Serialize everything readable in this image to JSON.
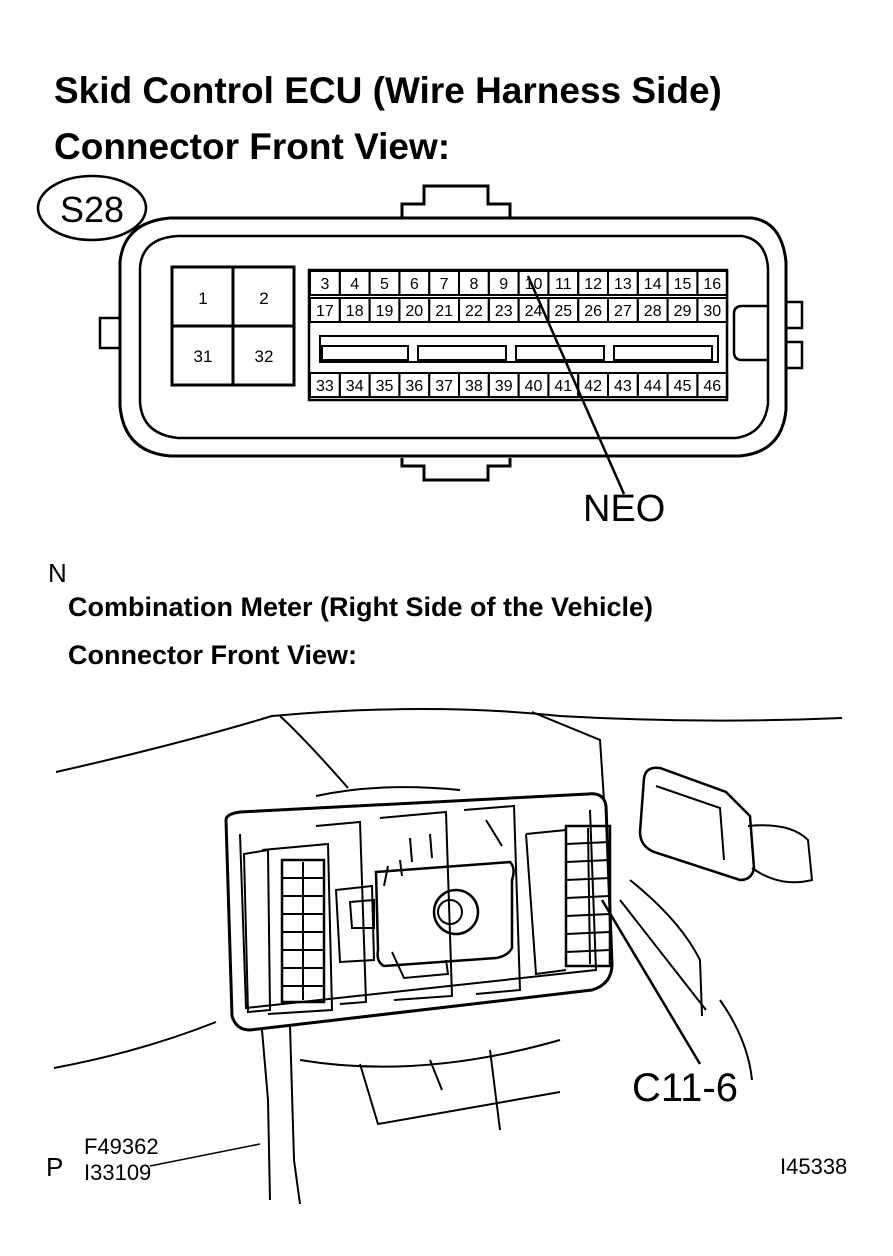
{
  "diagram": {
    "title_line1": "Skid Control ECU (Wire Harness Side)",
    "title_line2": "Connector Front View:",
    "connector_id": "S28",
    "large_pins": [
      {
        "num": "1"
      },
      {
        "num": "2"
      },
      {
        "num": "31"
      },
      {
        "num": "32"
      }
    ],
    "row1_pins": [
      "3",
      "4",
      "5",
      "6",
      "7",
      "8",
      "9",
      "10",
      "11",
      "12",
      "13",
      "14",
      "15",
      "16"
    ],
    "row2_pins": [
      "17",
      "18",
      "19",
      "20",
      "21",
      "22",
      "23",
      "24",
      "25",
      "26",
      "27",
      "28",
      "29",
      "30"
    ],
    "row3_pins": [
      "33",
      "34",
      "35",
      "36",
      "37",
      "38",
      "39",
      "40",
      "41",
      "42",
      "43",
      "44",
      "45",
      "46"
    ],
    "callout_neo": "NEO",
    "marker_n": "N",
    "title2_line1": "Combination Meter (Right Side of the Vehicle)",
    "title2_line2": "Connector Front View:",
    "callout_c11": "C11-6",
    "code_p": "P",
    "code_f": "F49362",
    "code_i1": "I33109",
    "code_i2": "I45338"
  }
}
